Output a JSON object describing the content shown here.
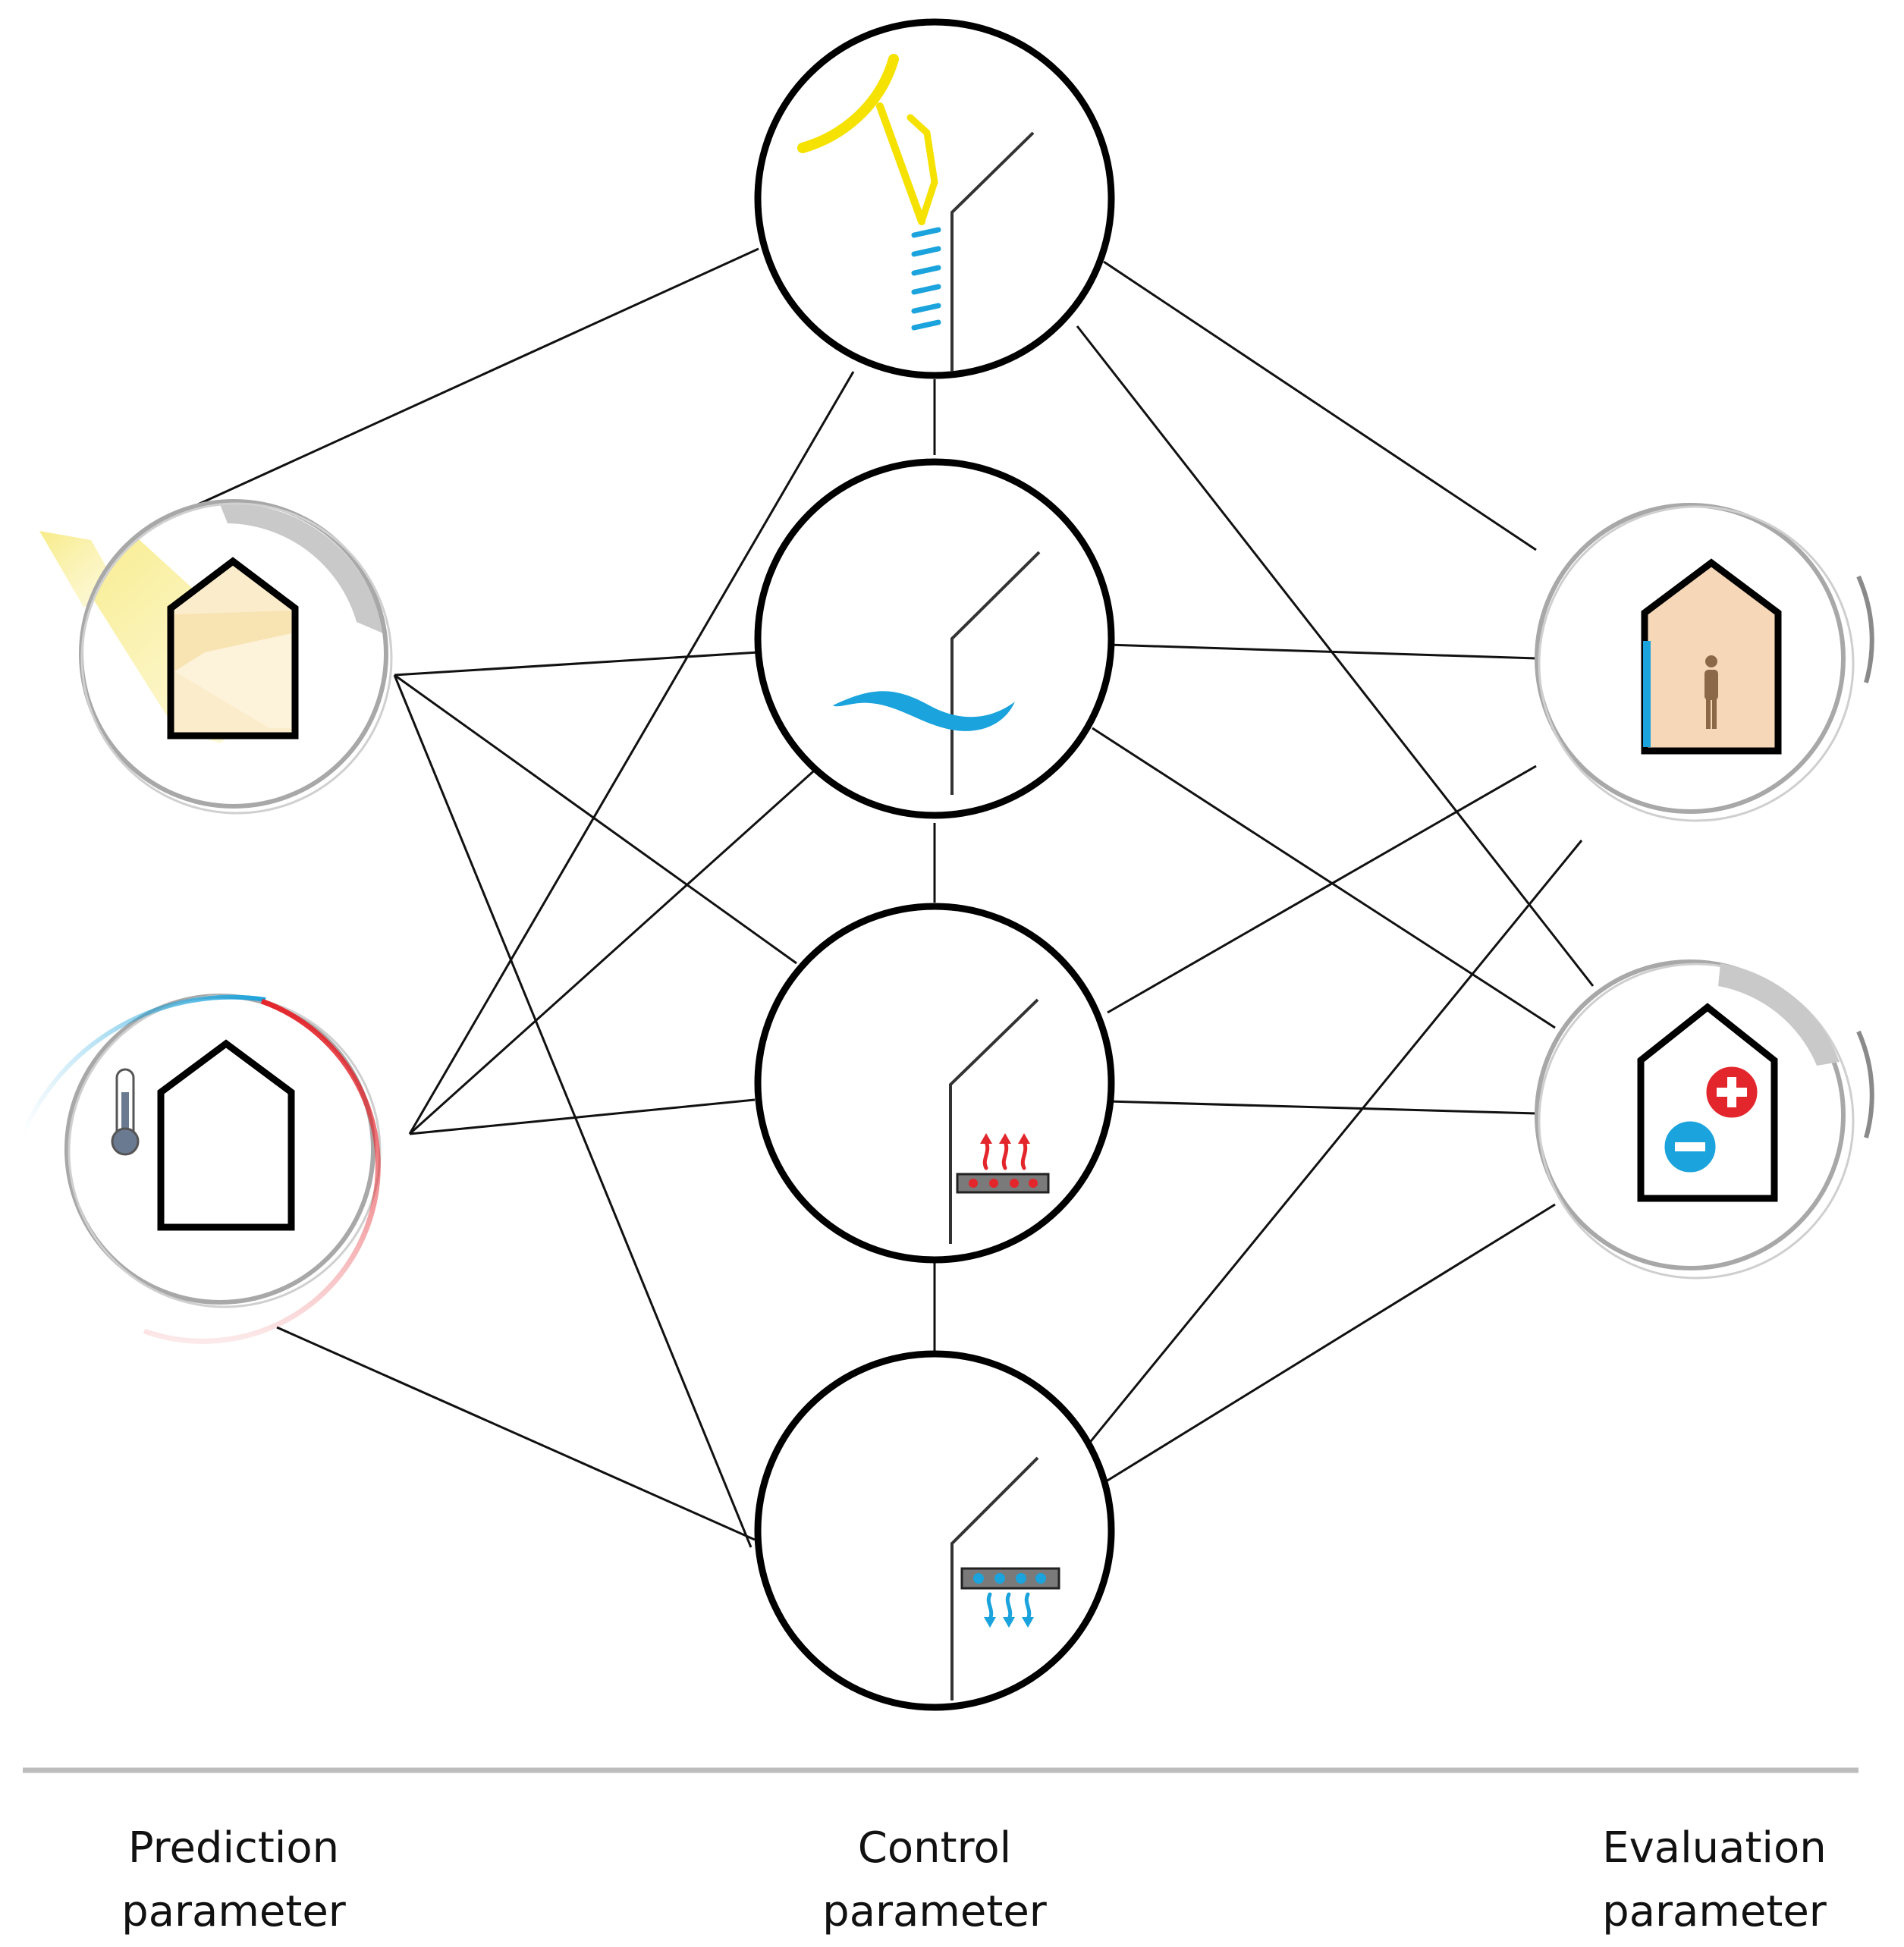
{
  "labels": {
    "prediction_line1": "Prediction",
    "prediction_line2": "parameter",
    "control_line1": "Control",
    "control_line2": "parameter",
    "evaluation_line1": "Evaluation",
    "evaluation_line2": "parameter"
  },
  "colors": {
    "line": "#111111",
    "separator": "#bdbdbd",
    "node_stroke": "#000000",
    "node_gray_rim": "#a8a8a8",
    "sun_yellow": "#f5e200",
    "water_blue": "#1aa3dc",
    "heat_red": "#e3262c",
    "house_fill_light": "#fbeccb",
    "house_fill_skin": "#f6d7b8",
    "radiator_gray": "#7a7a7a"
  },
  "nodes": {
    "prediction": [
      {
        "id": "solar-radiation",
        "icon": "house-sun-icon"
      },
      {
        "id": "outdoor-temperature",
        "icon": "house-thermometer-icon"
      }
    ],
    "control": [
      {
        "id": "shading",
        "icon": "shading-blinds-icon"
      },
      {
        "id": "ventilation",
        "icon": "air-flow-icon"
      },
      {
        "id": "heating",
        "icon": "heating-radiator-icon"
      },
      {
        "id": "cooling",
        "icon": "cooling-panel-icon"
      }
    ],
    "evaluation": [
      {
        "id": "indoor-comfort",
        "icon": "house-occupant-icon"
      },
      {
        "id": "energy-balance",
        "icon": "house-plus-minus-icon"
      }
    ]
  }
}
